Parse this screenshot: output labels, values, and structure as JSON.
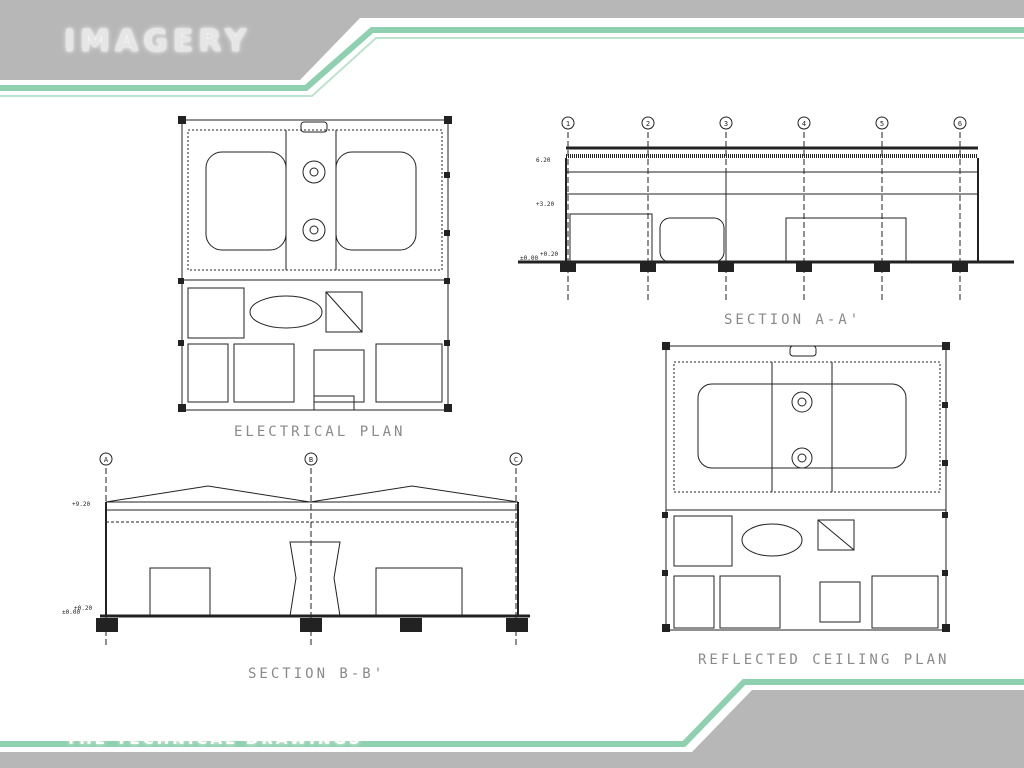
{
  "header": {
    "brand": "IMAGERY"
  },
  "footer": {
    "title": "THE TECHNICAL DRAWINGS"
  },
  "colors": {
    "band_gray": "#b7b7b7",
    "accent_green": "#8fd0b0",
    "line": "#222222"
  },
  "drawings": {
    "electrical_plan": {
      "title": "ELECTRICAL PLAN"
    },
    "section_aa": {
      "title": "SECTION A-A'",
      "grid_labels": [
        "1",
        "2",
        "3",
        "4",
        "5",
        "6"
      ],
      "levels": [
        "6.20",
        "+3.20",
        "+0.20",
        "±0.00"
      ]
    },
    "section_bb": {
      "title": "SECTION B-B'",
      "grid_labels": [
        "A",
        "B",
        "C"
      ],
      "levels": [
        "+9.20",
        "+0.20",
        "±0.00"
      ]
    },
    "reflected_ceiling_plan": {
      "title": "REFLECTED CEILING PLAN"
    }
  }
}
